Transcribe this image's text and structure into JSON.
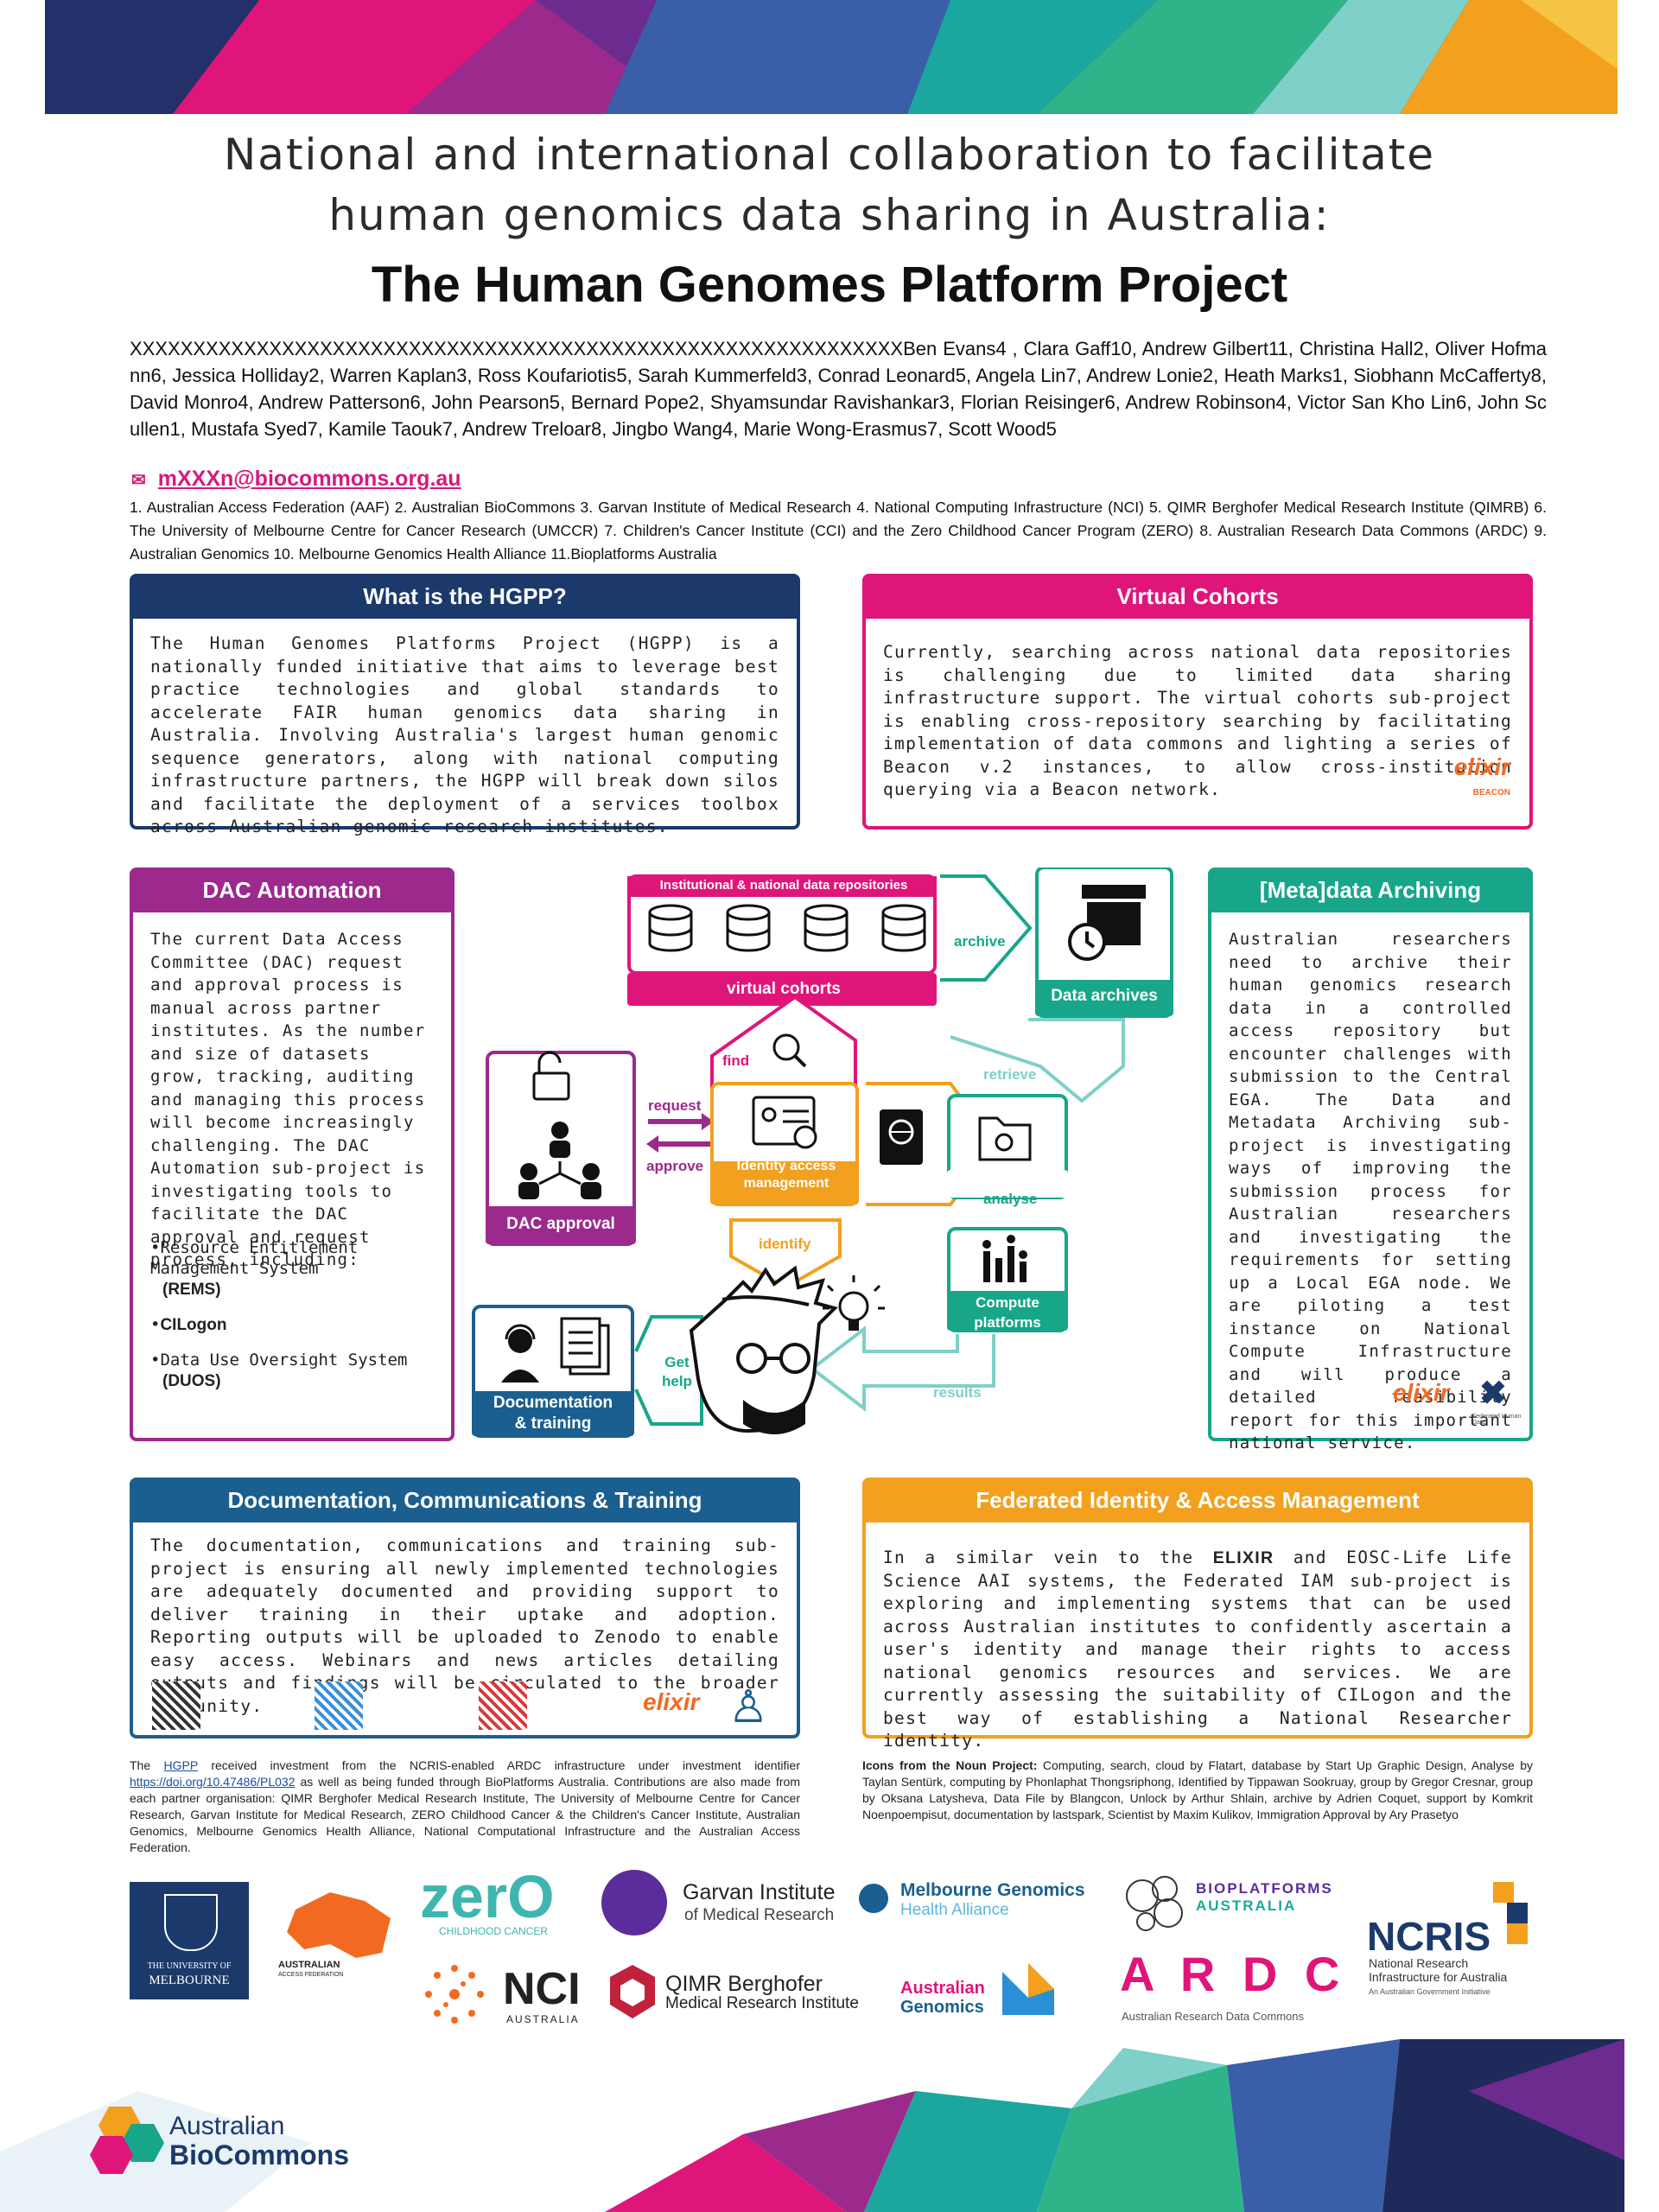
{
  "title": {
    "line1": "National and international collaboration to facilitate",
    "line2": "human genomics data sharing in Australia:",
    "line3": "The Human Genomes Platform Project"
  },
  "authors": "XXXXXXXXXXXXXXXXXXXXXXXXXXXXXXXXXXXXXXXXXXXXXXXXXXXXXXXXXXXXXBen Evans4 , Clara Gaff10, Andrew Gilbert11, Christina Hall2, Oliver Hofmann6, Jessica Holliday2, Warren Kaplan3, Ross Koufariotis5, Sarah Kummerfeld3, Conrad Leonard5, Angela Lin7, Andrew Lonie2, Heath Marks1, Siobhann McCafferty8, David Monro4, Andrew Patterson6, John Pearson5, Bernard Pope2, Shyamsundar Ravishankar3, Florian Reisinger6, Andrew Robinson4, Victor San Kho Lin6, John Scullen1, Mustafa Syed7, Kamile Taouk7, Andrew Treloar8, Jingbo Wang4, Marie Wong-Erasmus7, Scott Wood5",
  "email": "mXXXn@biocommons.org.au",
  "affiliations": "1. Australian Access Federation (AAF) 2. Australian BioCommons 3. Garvan Institute of Medical Research 4. National Computing Infrastructure (NCI) 5. QIMR Berghofer Medical Research Institute (QIMRB) 6. The University of Melbourne Centre for Cancer Research (UMCCR) 7. Children's Cancer Institute (CCI) and the Zero Childhood Cancer Program (ZERO) 8. Australian Research Data Commons (ARDC) 9. Australian Genomics 10. Melbourne Genomics Health Alliance 11.Bioplatforms Australia",
  "sections": {
    "hgpp": {
      "heading": "What is the HGPP?",
      "body": "The Human Genomes Platforms Project (HGPP) is a nationally funded initiative that aims to leverage best practice technologies and global standards to accelerate FAIR human genomics data sharing in Australia. Involving Australia's largest human genomic sequence generators, along with national computing infrastructure partners, the HGPP will break down silos and facilitate the deployment of a services toolbox across Australian genomic research institutes."
    },
    "virtual": {
      "heading": "Virtual Cohorts",
      "body": "Currently, searching across national data repositories is challenging due to limited data sharing infrastructure support. The virtual cohorts sub-project is enabling cross-repository searching by facilitating implementation of data commons and lighting a series of Beacon v.2 instances, to allow cross-institution querying via a Beacon network."
    },
    "dac": {
      "heading": "DAC Automation",
      "body": "The current Data Access Committee (DAC) request and approval process is manual across partner institutes. As the number and size of datasets grow, tracking, auditing and managing this process will become increasingly challenging. The DAC Automation sub-project is investigating tools to facilitate the DAC approval and request process, including:",
      "bullets": [
        {
          "text": "Resource Entitlement Management System",
          "bold": "(REMS)"
        },
        {
          "text": "",
          "bold": "CILogon"
        },
        {
          "text": "Data Use Oversight System",
          "bold": "(DUOS)"
        }
      ]
    },
    "meta": {
      "heading": "[Meta]data Archiving",
      "body": "Australian researchers need to archive their human genomics research data in a controlled access repository but encounter challenges with submission to the Central EGA. The Data and Metadata Archiving sub-project is investigating ways of improving the submission process for Australian researchers and investigating the requirements for setting up a Local EGA node. We are piloting a test instance on National Compute Infrastructure and will produce a detailed feasibility report for this important national service."
    },
    "docs": {
      "heading": "Documentation, Communications & Training",
      "body": "The documentation, communications and training sub-project is ensuring all newly implemented technologies are adequately documented and providing support to deliver training in their uptake and adoption. Reporting outputs will be uploaded to Zenodo to enable easy access. Webinars and news articles detailing outputs and findings will be circulated to the broader community."
    },
    "fed": {
      "heading": "Federated Identity & Access Management",
      "body_pre": "In a similar vein to the ",
      "body_bold": "ELIXIR",
      "body_post": " and EOSC-Life Life Science AAI systems, the Federated IAM sub-project is exploring and implementing systems that can be used across Australian institutes to confidently ascertain a user's identity and manage their rights to access national genomics resources and services. We are currently assessing the suitability of CILogon and the best way of establishing a National Researcher identity."
    }
  },
  "diagram": {
    "repos_title": "Institutional & national data repositories",
    "virtual_cohorts": "virtual cohorts",
    "archive": "archive",
    "data_archives": "Data archives",
    "retrieve": "retrieve",
    "find": "find",
    "request": "request",
    "approve": "approve",
    "iam1": "Identity access",
    "iam2": "management",
    "dac_approval": "DAC approval",
    "identify": "identify",
    "analyse": "analyse",
    "compute1": "Compute",
    "compute2": "platforms",
    "results": "results",
    "get_help1": "Get",
    "get_help2": "help",
    "docs1": "Documentation",
    "docs2": "& training"
  },
  "elixir": {
    "word": "elixir",
    "beacon": "BEACON",
    "fed": "Federated Human Data"
  },
  "footer_left": {
    "pre": "The ",
    "hgpp": "HGPP",
    "mid": " received investment from the NCRIS-enabled ARDC infrastructure under investment identifier ",
    "doi": "https://doi.org/10.47486/PL032",
    "post": " as well as being funded through BioPlatforms Australia. Contributions are also made from each partner organisation: QIMR Berghofer Medical Research Institute, The University of Melbourne Centre for Cancer Research, Garvan Institute for Medical Research, ZERO Childhood Cancer & the Children's Cancer Institute, Australian Genomics, Melbourne Genomics Health Alliance, National Computational Infrastructure and the Australian Access Federation."
  },
  "footer_right": {
    "label": "Icons from the Noun Project:",
    "text": " Computing, search, cloud by Flatart, database by Start Up Graphic Design, Analyse by Taylan Sentürk, computing by Phonlaphat Thongsriphong, Identified by Tippawan Sookruay, group by Gregor Cresnar, group by Oksana Latysheva, Data File by Blangcon, Unlock by Arthur Shlain, archive by Adrien Coquet, support by Komkrit Noenpoempisut, documentation by lastspark, Scientist by Maxim Kulikov, Immigration Approval by Ary Prasetyo"
  },
  "logos": {
    "unimelb1": "THE UNIVERSITY OF",
    "unimelb2": "MELBOURNE",
    "aaf1": "AUSTRALIAN",
    "aaf2": "ACCESS FEDERATION",
    "zero": "zerO",
    "zero_sub": "CHILDHOOD CANCER",
    "garvan1": "Garvan Institute",
    "garvan2": "of Medical Research",
    "mgha1": "Melbourne Genomics",
    "mgha2": "Health Alliance",
    "bpa1": "BIOPLATFORMS",
    "bpa2": "AUSTRALIA",
    "nci": "NCI",
    "nci_sub": "AUSTRALIA",
    "qimr1": "QIMR Berghofer",
    "qimr2": "Medical Research Institute",
    "ag1": "Australian",
    "ag2": "Genomics",
    "ardc": "A R D C",
    "ardc_sub": "Australian Research Data Commons",
    "ncris": "NCRIS",
    "ncris1": "National Research",
    "ncris2": "Infrastructure for Australia",
    "ncris3": "An Australian Government Initiative",
    "biocommons1": "Australian",
    "biocommons2": "BioCommons"
  },
  "colors": {
    "navy": "#1b3a6b",
    "pink": "#e0157a",
    "purple": "#9b2a8c",
    "teal": "#17a68a",
    "blue": "#1a5f8f",
    "orange": "#f2a01e"
  }
}
